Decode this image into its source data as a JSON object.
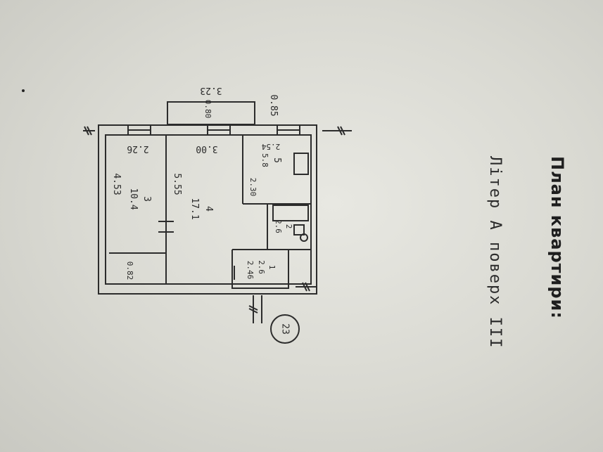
{
  "title": "План квартири:",
  "subtitle": "Літер А поверх ІІІ",
  "apartment_number": "23",
  "dimensions": {
    "top_width": "3.23",
    "bay_depth": "0.85",
    "window_gap": "0.80",
    "room3_width": "2.26",
    "room4_width": "3.00",
    "kitchen_width": "2.54",
    "room3_length": "4.53",
    "room4_length": "5.55",
    "kitchen_length": "2.30",
    "hall_width": "2.46",
    "pantry_width": "0.82"
  },
  "rooms": [
    {
      "number": "1",
      "area": "2.6"
    },
    {
      "number": "2",
      "area": "2.6"
    },
    {
      "number": "3",
      "area": "10.4"
    },
    {
      "number": "4",
      "area": "17.1"
    },
    {
      "number": "5",
      "area": "5.8"
    }
  ],
  "colors": {
    "ink": "#2a2a2a",
    "paper": "#e2e2dc"
  }
}
